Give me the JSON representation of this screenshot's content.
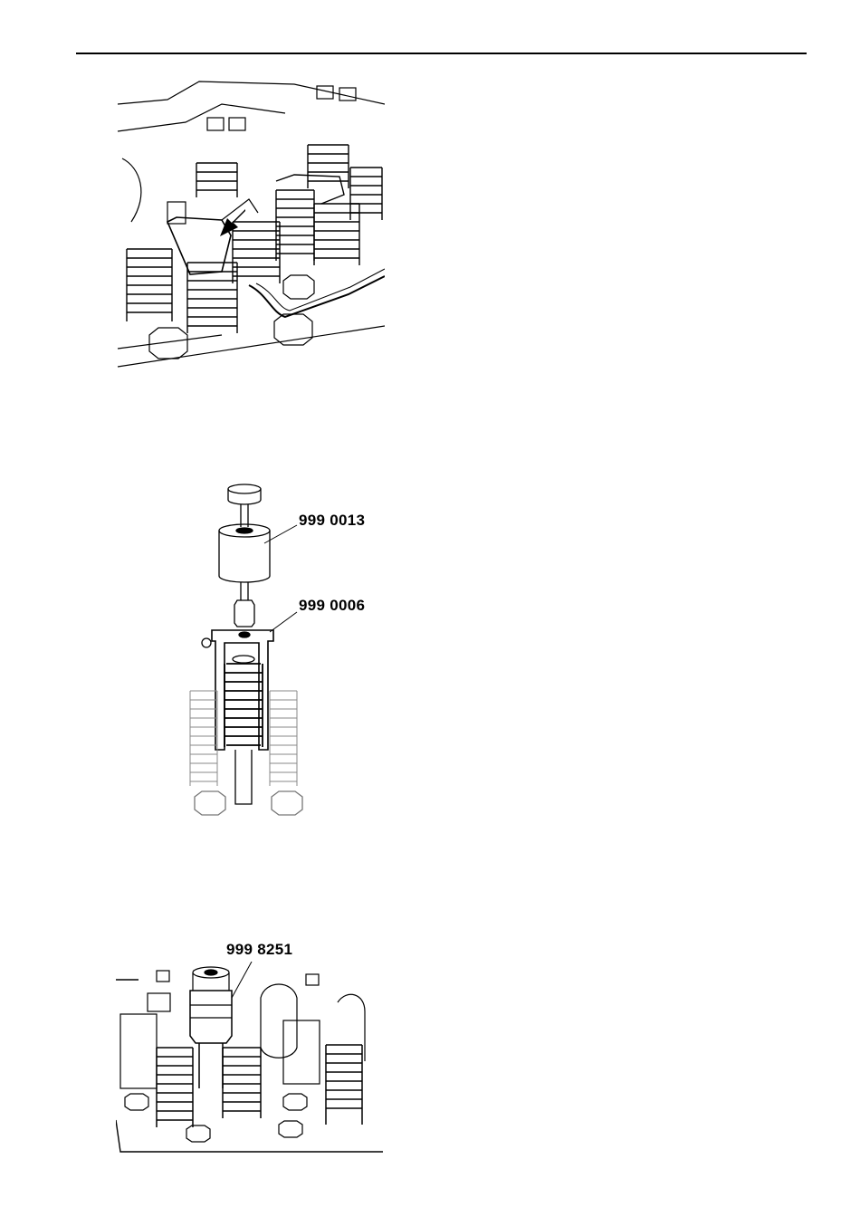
{
  "figures": [
    {
      "id": "fig-rocker-arm",
      "labels": []
    },
    {
      "id": "fig-spring-compressor",
      "labels": [
        "999 0013",
        "999 0006"
      ]
    },
    {
      "id": "fig-valve-tool",
      "labels": [
        "999 8251"
      ]
    }
  ],
  "colors": {
    "ink": "#000000",
    "paper": "#ffffff"
  },
  "icons": [
    "arrow-icon"
  ]
}
